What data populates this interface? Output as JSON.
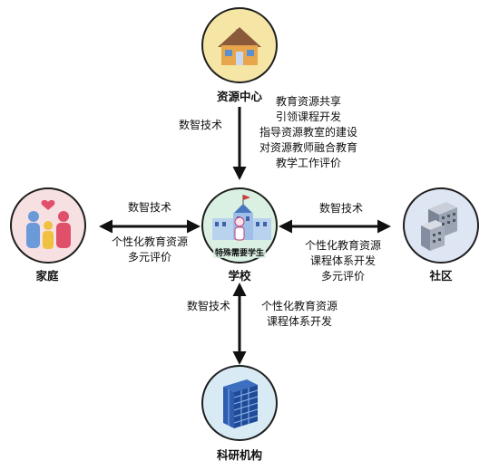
{
  "nodes": {
    "resource": {
      "label": "资源中心"
    },
    "school": {
      "label": "学校",
      "badge": "特殊需要学生"
    },
    "family": {
      "label": "家庭"
    },
    "community": {
      "label": "社区"
    },
    "research": {
      "label": "科研机构"
    }
  },
  "edges": {
    "top": {
      "tech": "数智技术",
      "lines": [
        "教育资源共享",
        "引领课程开发",
        "指导资源教室的建设",
        "对资源教师融合教育",
        "教学工作评价"
      ]
    },
    "left": {
      "tech": "数智技术",
      "lines": [
        "个性化教育资源",
        "多元评价"
      ]
    },
    "right": {
      "tech": "数智技术",
      "lines": [
        "个性化教育资源",
        "课程体系开发",
        "多元评价"
      ]
    },
    "bottom": {
      "tech": "数智技术",
      "lines": [
        "个性化教育资源",
        "课程体系开发"
      ]
    }
  },
  "colors": {
    "resource_bg": "#f6e6a6",
    "school_bg": "#d9f0e2",
    "family_bg": "#f7e0e2",
    "community_bg": "#dfe6f3",
    "research_bg": "#d8ebf5",
    "arrow": "#111111"
  }
}
